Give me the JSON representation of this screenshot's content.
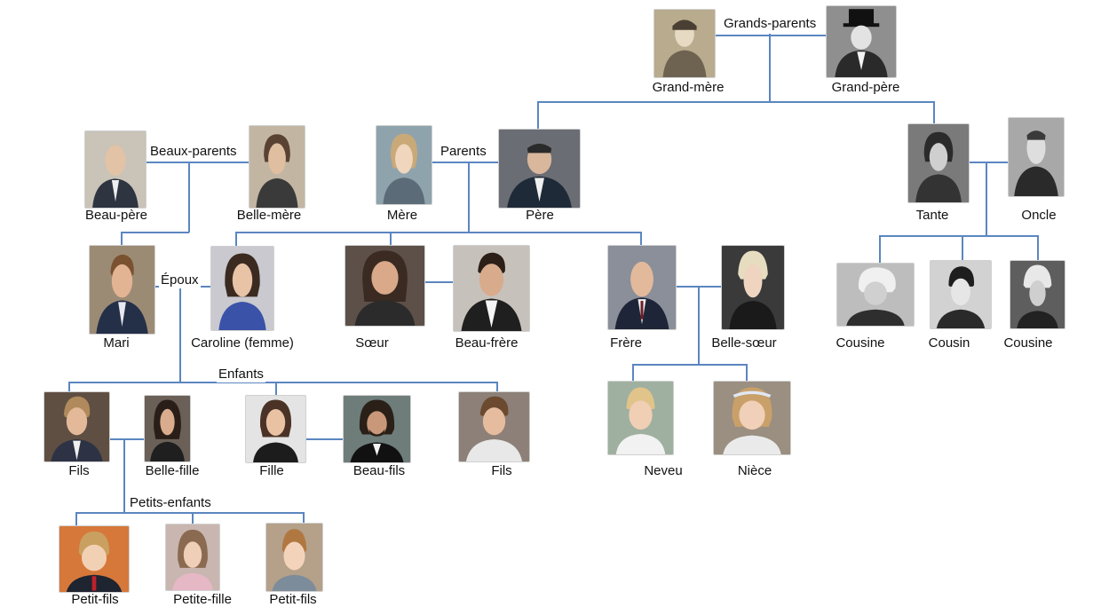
{
  "group_labels": {
    "grands_parents": "Grands-parents",
    "beaux_parents": "Beaux-parents",
    "parents": "Parents",
    "epoux": "Époux",
    "enfants": "Enfants",
    "petits_enfants": "Petits-enfants"
  },
  "people": {
    "grand_mere": "Grand-mère",
    "grand_pere": "Grand-père",
    "beau_pere": "Beau-père",
    "belle_mere": "Belle-mère",
    "mere": "Mère",
    "pere": "Père",
    "tante": "Tante",
    "oncle": "Oncle",
    "mari": "Mari",
    "caroline": "Caroline (femme)",
    "soeur": "Sœur",
    "beau_frere": "Beau-frère",
    "frere": "Frère",
    "belle_soeur": "Belle-sœur",
    "cousine_1": "Cousine",
    "cousin": "Cousin",
    "cousine_2": "Cousine",
    "fils_1": "Fils",
    "belle_fille": "Belle-fille",
    "fille": "Fille",
    "beau_fils": "Beau-fils",
    "fils_2": "Fils",
    "neveu": "Neveu",
    "niece": "Nièce",
    "petit_fils_1": "Petit-fils",
    "petite_fille": "Petite-fille",
    "petit_fils_2": "Petit-fils"
  },
  "colors": {
    "connector": "#5b86c0",
    "background": "#ffffff",
    "label_text": "#111111"
  }
}
